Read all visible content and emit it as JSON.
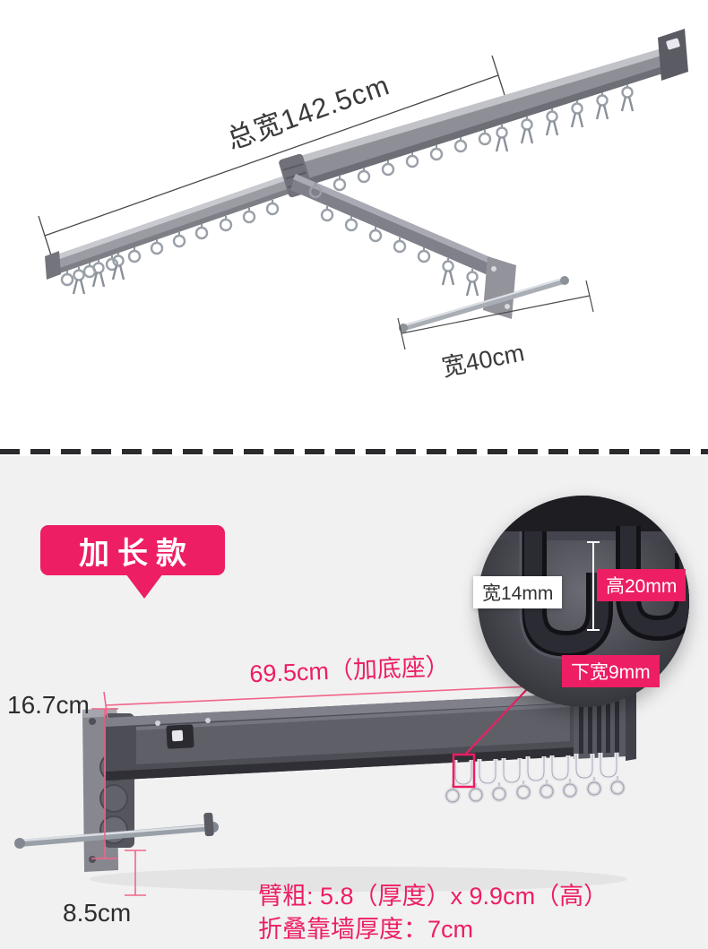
{
  "colors": {
    "accent": "#ed1e63",
    "measure_line": "#f0668a",
    "dark_text": "#3a3a3a",
    "bottom_background": "#f1f1f2"
  },
  "top_photo": {
    "total_width_label": "总宽142.5cm",
    "arm_width_label": "宽40cm"
  },
  "bottom_photo": {
    "badge_label": "加长款",
    "inset": {
      "hook_width_label": "宽14mm",
      "hook_height_label": "高20mm",
      "hook_bottom_width_label": "下宽9mm"
    },
    "length_label": "69.5cm（加底座）",
    "height_label": "16.7cm",
    "base_depth_label": "8.5cm",
    "spec_line_1": "臂粗: 5.8（厚度）x 9.9cm（高）",
    "spec_line_2": "折叠靠墙厚度：7cm"
  }
}
